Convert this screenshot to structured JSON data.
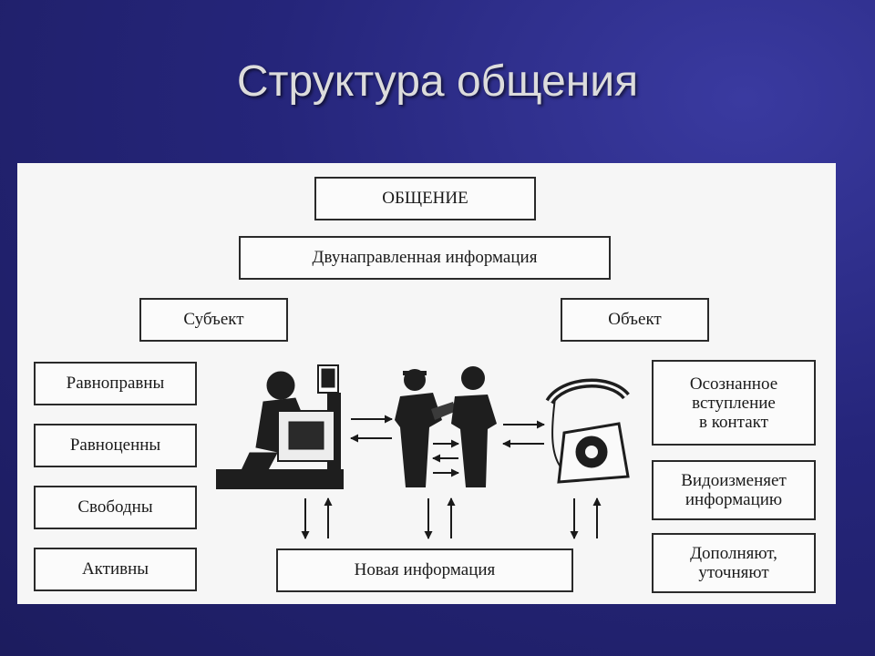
{
  "title": "Структура общения",
  "diagram": {
    "top": "ОБЩЕНИЕ",
    "second": "Двунаправленная информация",
    "subject": "Субъект",
    "object": "Объект",
    "left_items": [
      "Равноправны",
      "Равноценны",
      "Свободны",
      "Активны"
    ],
    "right_items": [
      [
        "Осознанное",
        "вступление",
        "в контакт"
      ],
      [
        "Видоизменяет",
        "информацию"
      ],
      [
        "Дополняют,",
        "уточняют"
      ]
    ],
    "bottom": "Новая информация"
  }
}
